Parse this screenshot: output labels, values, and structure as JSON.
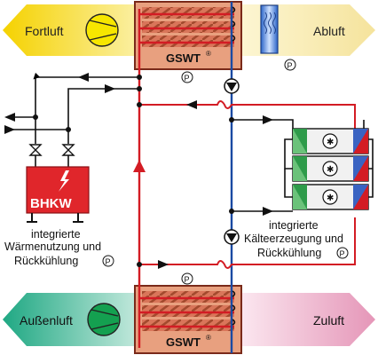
{
  "air_paths": {
    "fortluft": "Fortluft",
    "abluft": "Abluft",
    "aussenluft": "Außenluft",
    "zuluft": "Zuluft"
  },
  "gswt": {
    "label": "GSWT",
    "mark": "®"
  },
  "bhkw": {
    "label": "BHKW"
  },
  "captions": {
    "heat_lines": [
      "integrierte",
      "Wärmenutzung und",
      "Rückkühlung"
    ],
    "cold_lines": [
      "integrierte",
      "Kälteerzeugung und",
      "Rückkühlung"
    ]
  },
  "pressure_symbol": "P",
  "colors": {
    "exhaust_arrow": "#f4d400",
    "extract_arrow": "#f9e9a6",
    "outdoor_arrow": "#1ea884",
    "supply_arrow": "#e7a0bd",
    "warm_line": "#d31c24",
    "cold_line": "#1a4aa3",
    "bhkw": "#e0262b"
  }
}
